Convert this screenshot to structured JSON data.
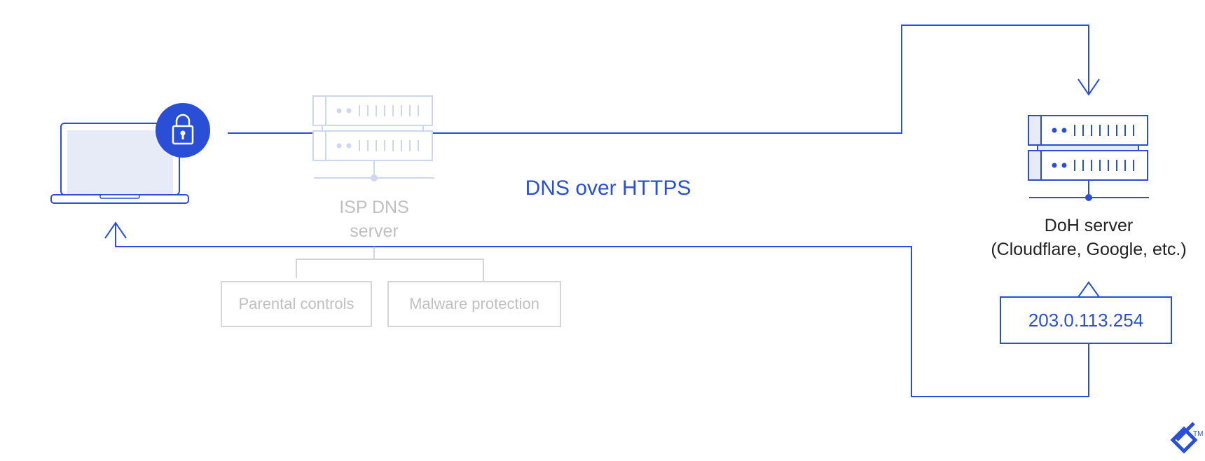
{
  "nodes": {
    "client": {
      "icon": "laptop-icon",
      "badge_icon": "lock-icon"
    },
    "isp_dns": {
      "icon": "server-icon",
      "label_line1": "ISP DNS",
      "label_line2": "server",
      "state": "bypassed"
    },
    "parental_controls": {
      "label": "Parental controls"
    },
    "malware_protection": {
      "label": "Malware protection"
    },
    "doh_server": {
      "icon": "server-icon",
      "label_line1": "DoH server",
      "label_line2": "(Cloudflare, Google, etc.)"
    },
    "ip_result": {
      "label": "203.0.113.254"
    }
  },
  "connection": {
    "label": "DNS over HTTPS"
  },
  "brand": {
    "logo": "toptal-logo",
    "trademark": "TM"
  },
  "colors": {
    "primary": "#2a4fd6",
    "faded": "#cfd6ef",
    "gray": "#d5d5d5",
    "gray_text": "#c0c0c0",
    "text": "#222222",
    "screen_fill": "#e7ebf8"
  }
}
